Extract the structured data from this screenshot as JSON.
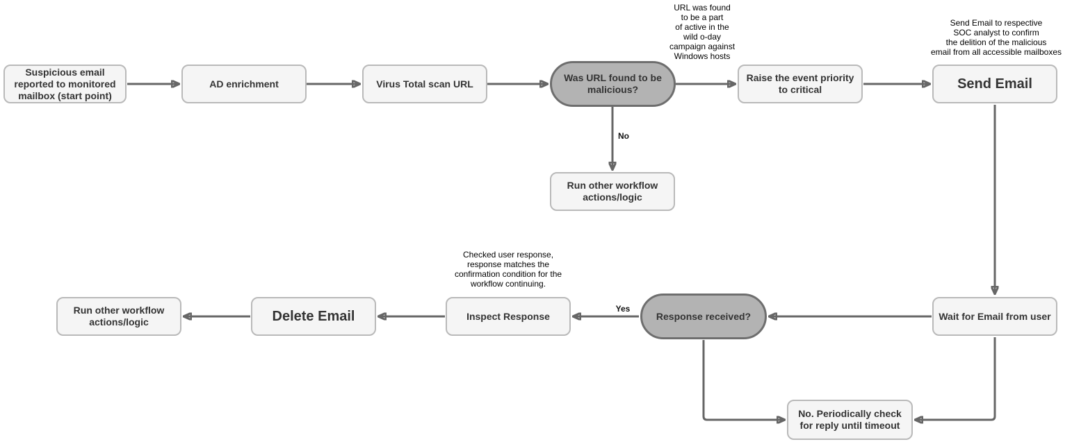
{
  "colors": {
    "canvas_bg": "#ffffff",
    "process_fill": "#f5f5f5",
    "process_border": "#b9b9b9",
    "decision_fill": "#b3b3b3",
    "decision_border": "#6e6e6e",
    "arrow": "#666666",
    "node_text": "#333333",
    "annotation_text": "#000000"
  },
  "nodes": {
    "start": {
      "label": "Suspicious email reported to monitored mailbox (start point)",
      "type": "process"
    },
    "ad_enrichment": {
      "label": "AD enrichment",
      "type": "process"
    },
    "virus_total": {
      "label": "Virus Total scan URL",
      "type": "process"
    },
    "url_malicious": {
      "label": "Was URL found to be malicious?",
      "type": "decision"
    },
    "raise_priority": {
      "label": "Raise the event priority to critical",
      "type": "process"
    },
    "send_email": {
      "label": "Send Email",
      "type": "process-emphasis"
    },
    "run_other_top": {
      "label": "Run other workflow actions/logic",
      "type": "process"
    },
    "wait_email": {
      "label": "Wait for Email from user",
      "type": "process"
    },
    "response_received": {
      "label": "Response received?",
      "type": "decision"
    },
    "inspect_response": {
      "label": "Inspect Response",
      "type": "process"
    },
    "delete_email": {
      "label": "Delete Email",
      "type": "process-emphasis"
    },
    "run_other_bottom": {
      "label": "Run other workflow actions/logic",
      "type": "process"
    },
    "periodic_check": {
      "label": "No. Periodically check for reply until timeout",
      "type": "process"
    }
  },
  "edge_labels": {
    "no": "No",
    "yes": "Yes"
  },
  "annotations": {
    "url_campaign": [
      "URL was found",
      "to be a part",
      "of active in the",
      "wild o-day",
      "campaign against",
      "Windows hosts"
    ],
    "send_email_note": [
      "Send Email to respective",
      "SOC analyst to confirm",
      "the delition of the malicious",
      "email from all accessible mailboxes"
    ],
    "inspect_note": [
      "Checked user response,",
      "response matches the",
      "confirmation condition for the",
      "workflow continuing."
    ]
  }
}
